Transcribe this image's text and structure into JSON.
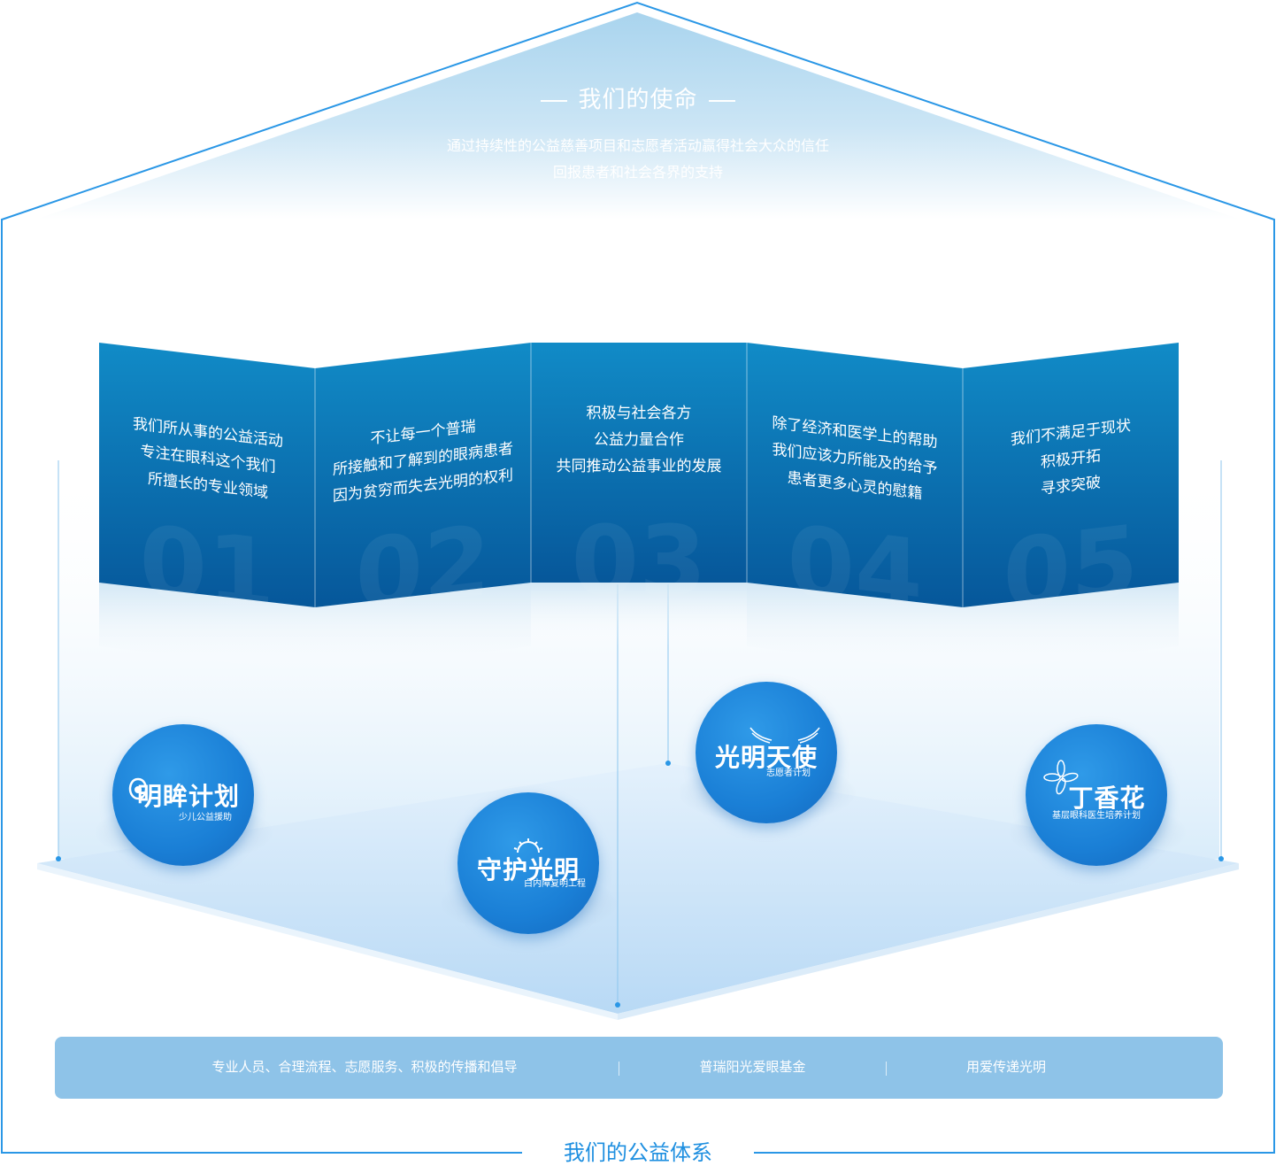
{
  "mission": {
    "title": "我们的使命",
    "line1": "通过持续性的公益慈善项目和志愿者活动赢得社会大众的信任",
    "line2": "回报患者和社会各界的支持"
  },
  "panels": [
    {
      "number": "01",
      "lines": [
        "我们所从事的公益活动",
        "专注在眼科这个我们",
        "所擅长的专业领域"
      ]
    },
    {
      "number": "02",
      "lines": [
        "不让每一个普瑞",
        "所接触和了解到的眼病患者",
        "因为贫穷而失去光明的权利"
      ]
    },
    {
      "number": "03",
      "lines": [
        "积极与社会各方",
        "公益力量合作",
        "共同推动公益事业的发展"
      ]
    },
    {
      "number": "04",
      "lines": [
        "除了经济和医学上的帮助",
        "我们应该力所能及的给予",
        "患者更多心灵的慰籍"
      ]
    },
    {
      "number": "05",
      "lines": [
        "我们不满足于现状",
        "积极开拓",
        "寻求突破"
      ]
    }
  ],
  "badges": [
    {
      "name": "明眸计划",
      "sub": "少儿公益援助",
      "icon": "eye-icon"
    },
    {
      "name": "守护光明",
      "sub": "白内障复明工程",
      "icon": "sun-icon"
    },
    {
      "name": "光明天使",
      "sub": "志愿者计划",
      "icon": "wings-icon"
    },
    {
      "name": "丁香花",
      "sub": "基层眼科医生培养计划",
      "icon": "flower-icon"
    }
  ],
  "bar": {
    "item1": "专业人员、合理流程、志愿服务、积极的传播和倡导",
    "item2": "普瑞阳光爱眼基金",
    "item3": "用爱传递光明"
  },
  "system_title": "我们的公益体系",
  "colors": {
    "accent": "#1e8fe0",
    "panel_top": "#0e86c4",
    "panel_bottom": "#07589a",
    "bar": "#8ec3e8",
    "roof_glow": "#bfe0f3"
  }
}
